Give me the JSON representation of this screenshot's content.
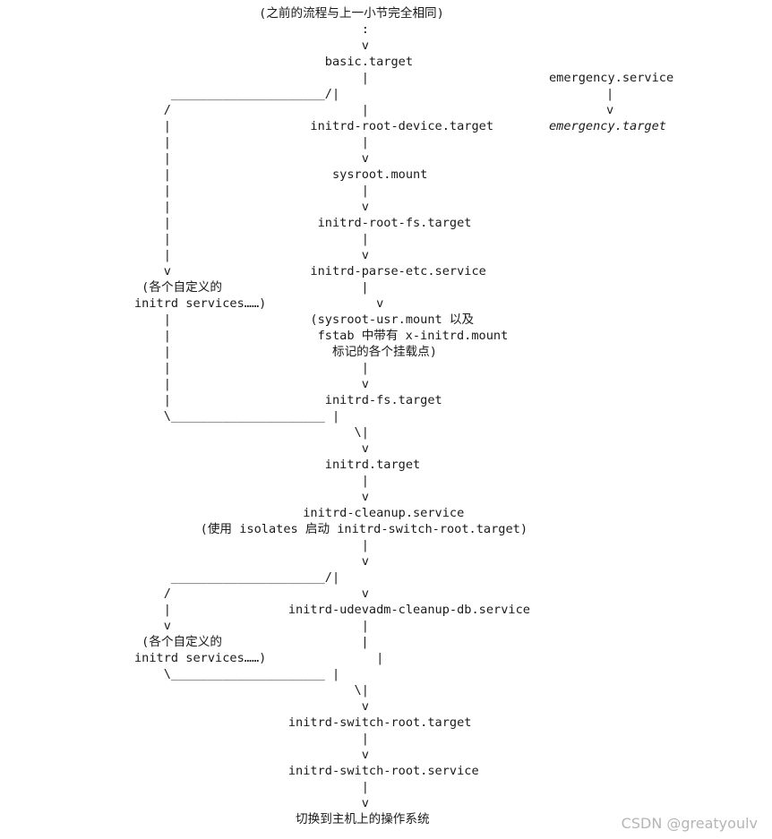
{
  "diagram": {
    "lines": [
      "                 (之前的流程与上一小节完全相同)",
      "                               :",
      "                               v",
      "                          basic.target",
      "                               |",
      "     _____________________/|",
      "    /                          |",
      "    |                   initrd-root-device.target",
      "    |                          |",
      "    |                          v",
      "    |                      sysroot.mount",
      "    |                          |",
      "    |                          v",
      "    |                    initrd-root-fs.target",
      "    |                          |",
      "    |                          v",
      "    v                   initrd-parse-etc.service",
      " (各个自定义的                   |",
      "initrd services……)               v",
      "    |                   (sysroot-usr.mount 以及",
      "    |                    fstab 中带有 x-initrd.mount",
      "    |                      标记的各个挂载点)",
      "    |                          |",
      "    |                          v",
      "    |                     initrd-fs.target",
      "    \\_____________________ |",
      "                              \\|",
      "                               v",
      "                          initrd.target",
      "                               |",
      "                               v",
      "                       initrd-cleanup.service",
      "         (使用 isolates 启动 initrd-switch-root.target)",
      "                               |",
      "                               v",
      "     _____________________/|",
      "    /                          v",
      "    |                initrd-udevadm-cleanup-db.service",
      "    v                          |",
      " (各个自定义的                   |",
      "initrd services……)               |",
      "    \\_____________________ |",
      "                              \\|",
      "                               v",
      "                     initrd-switch-root.target",
      "                               |",
      "                               v",
      "                     initrd-switch-root.service",
      "                               |",
      "                               v",
      "                      切换到主机上的操作系统"
    ],
    "emergency": {
      "service": "emergency.service",
      "bar": "|",
      "arrow": "v",
      "target": "emergency.target"
    }
  },
  "watermark": "CSDN @greatyoulv"
}
